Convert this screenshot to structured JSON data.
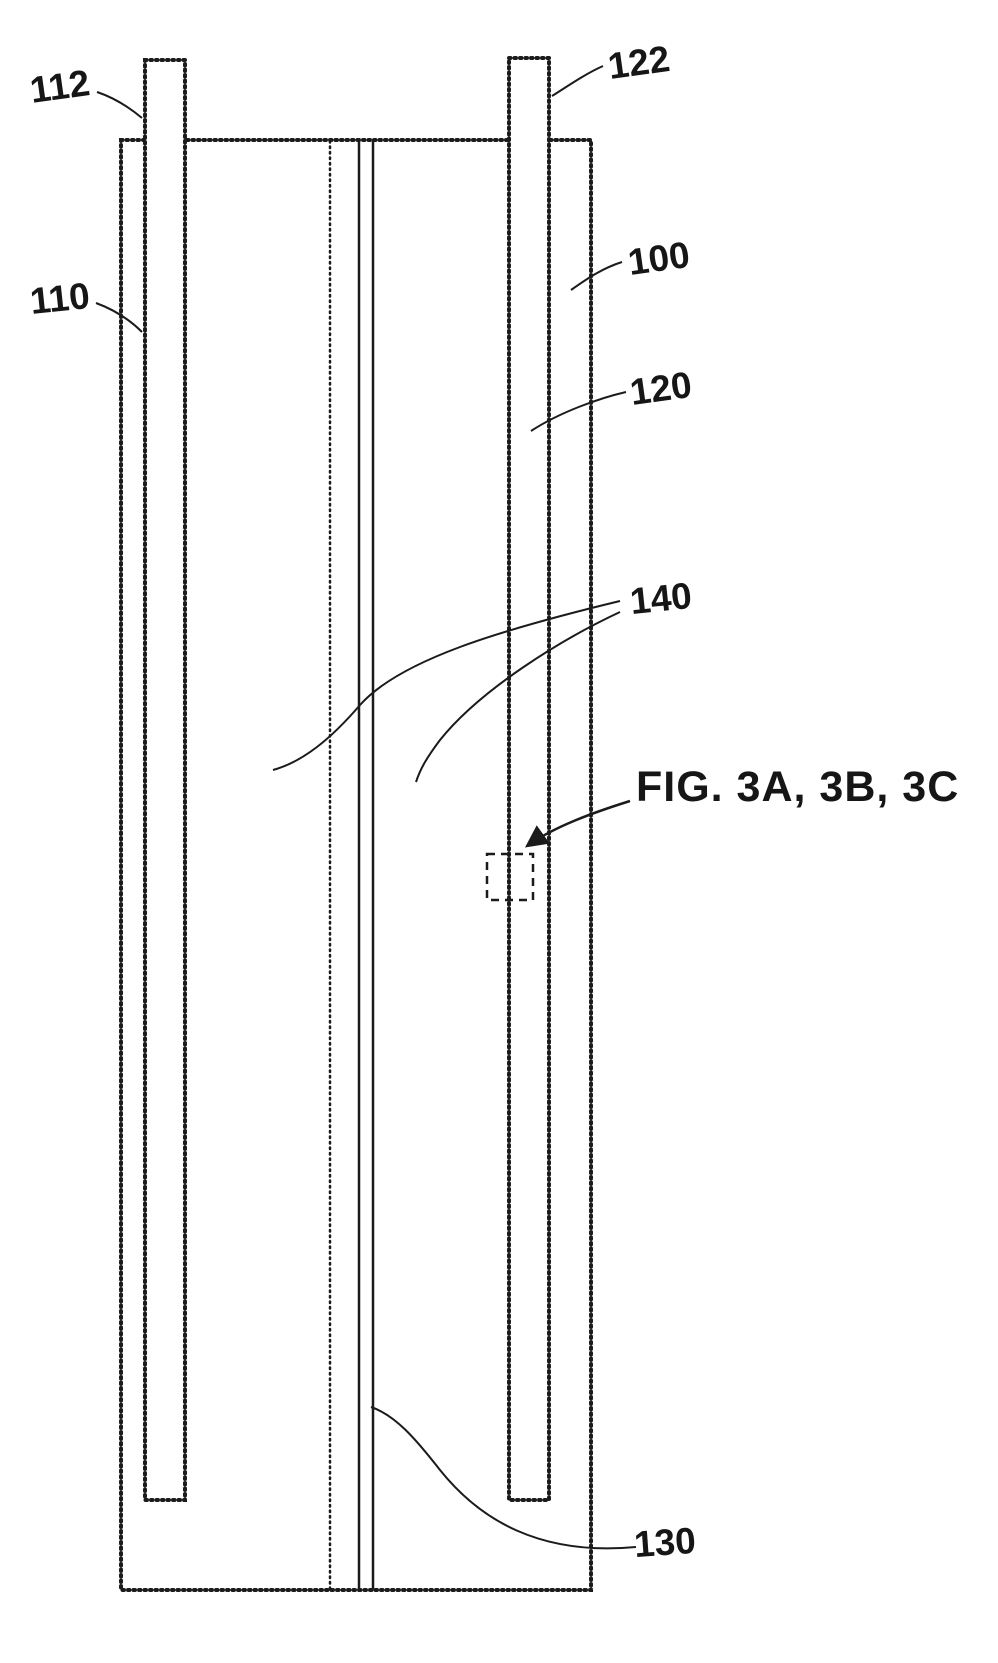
{
  "figure": {
    "labels": {
      "l112": "112",
      "l122": "122",
      "l110": "110",
      "l100": "100",
      "l120": "120",
      "l140": "140",
      "l130": "130",
      "fig_ref": "FIG. 3A, 3B, 3C"
    },
    "colors": {
      "line": "#1b1b1b",
      "background": "#ffffff"
    }
  }
}
